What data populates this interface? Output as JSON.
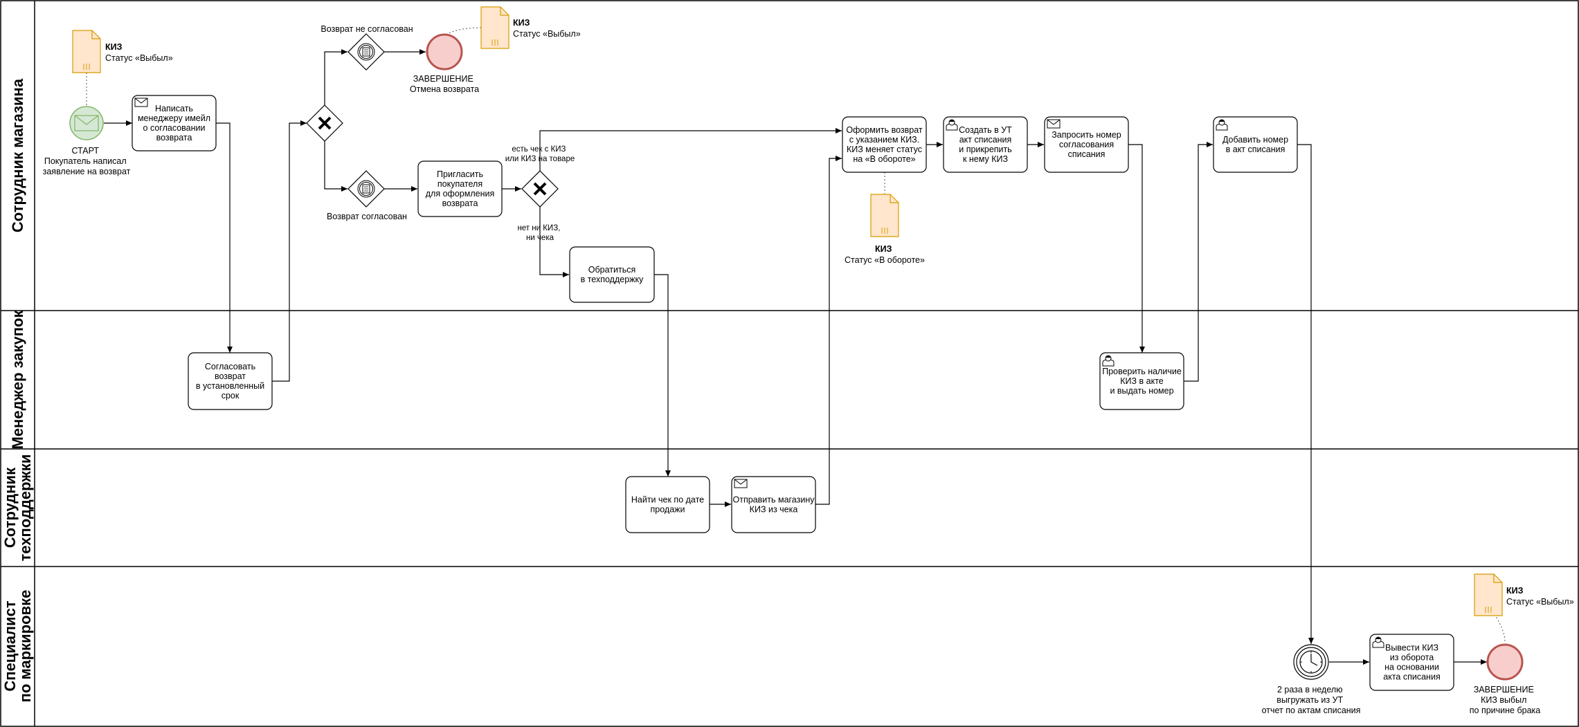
{
  "lanes": [
    {
      "id": "store",
      "title": [
        "Сотрудник магазина"
      ]
    },
    {
      "id": "purchase",
      "title": [
        "Менеджер закупок"
      ]
    },
    {
      "id": "support",
      "title": [
        "Сотрудник",
        "техподдержки"
      ]
    },
    {
      "id": "marking",
      "title": [
        "Специалист",
        "по маркировке"
      ]
    }
  ],
  "tasks": [
    {
      "id": "t_write",
      "icon": "envelope",
      "lines": [
        "Написать",
        "менеджеру имейл",
        "о согласовании",
        "возврата"
      ]
    },
    {
      "id": "t_approve",
      "icon": "",
      "lines": [
        "Согласовать",
        "возврат",
        "в установленный",
        "срок"
      ]
    },
    {
      "id": "t_invite",
      "icon": "",
      "lines": [
        "Пригласить",
        "покупателя",
        "для оформления",
        "возврата"
      ]
    },
    {
      "id": "t_support",
      "icon": "",
      "lines": [
        "Обратиться",
        "в техподдержку"
      ]
    },
    {
      "id": "t_find",
      "icon": "",
      "lines": [
        "Найти чек по дате",
        "продажи"
      ]
    },
    {
      "id": "t_send",
      "icon": "envelope",
      "lines": [
        "Отправить магазину",
        "КИЗ из чека"
      ]
    },
    {
      "id": "t_register",
      "icon": "",
      "lines": [
        "Оформить возврат",
        "с указанием КИЗ.",
        "КИЗ меняет статус",
        "на «В обороте»"
      ]
    },
    {
      "id": "t_create",
      "icon": "user",
      "lines": [
        "Создать в УТ",
        "акт списания",
        "и прикрепить",
        "к нему КИЗ"
      ]
    },
    {
      "id": "t_request",
      "icon": "envelope",
      "lines": [
        "Запросить номер",
        "согласования",
        "списания"
      ]
    },
    {
      "id": "t_check",
      "icon": "user",
      "lines": [
        "Проверить наличие",
        "КИЗ в акте",
        "и выдать номер"
      ]
    },
    {
      "id": "t_add",
      "icon": "user",
      "lines": [
        "Добавить номер",
        "в акт списания"
      ]
    },
    {
      "id": "t_withdraw",
      "icon": "user",
      "lines": [
        "Вывести КИЗ",
        "из оборота",
        "на основании",
        "акта списания"
      ]
    }
  ],
  "events": [
    {
      "id": "e_start",
      "type": "start-message",
      "lines": [
        "СТАРТ",
        "Покупатель написал",
        "заявление на возврат"
      ]
    },
    {
      "id": "e_end_cancel",
      "type": "end",
      "lines": [
        "ЗАВЕРШЕНИЕ",
        "Отмена возврата"
      ]
    },
    {
      "id": "e_timer",
      "type": "timer",
      "lines": [
        "2 раза в неделю",
        "выгружать из УТ",
        "отчет по актам списания"
      ]
    },
    {
      "id": "e_end_final",
      "type": "end",
      "lines": [
        "ЗАВЕРШЕНИЕ",
        "КИЗ выбыл",
        "по причине брака"
      ]
    }
  ],
  "gateway_labels": {
    "not_approved": "Возврат не согласован",
    "approved": "Возврат согласован",
    "has_receipt": [
      "есть чек с КИЗ",
      "или КИЗ на товаре"
    ],
    "no_kiz": [
      "нет ни КИЗ,",
      "ни чека"
    ]
  },
  "data_objects": [
    {
      "id": "d1",
      "title": "КИЗ",
      "status": "Статус «Выбыл»"
    },
    {
      "id": "d2",
      "title": "КИЗ",
      "status": "Статус «Выбыл»"
    },
    {
      "id": "d3",
      "title": "КИЗ",
      "status": "Статус «В обороте»"
    },
    {
      "id": "d4",
      "title": "КИЗ",
      "status": "Статус «Выбыл»"
    }
  ],
  "colors": {
    "start_fill": "#d5e8d4",
    "start_stroke": "#82b366",
    "end_fill": "#f8cecc",
    "end_stroke": "#b85450",
    "data_fill": "#ffe6cc",
    "data_stroke": "#d79b00",
    "line": "#000000"
  }
}
